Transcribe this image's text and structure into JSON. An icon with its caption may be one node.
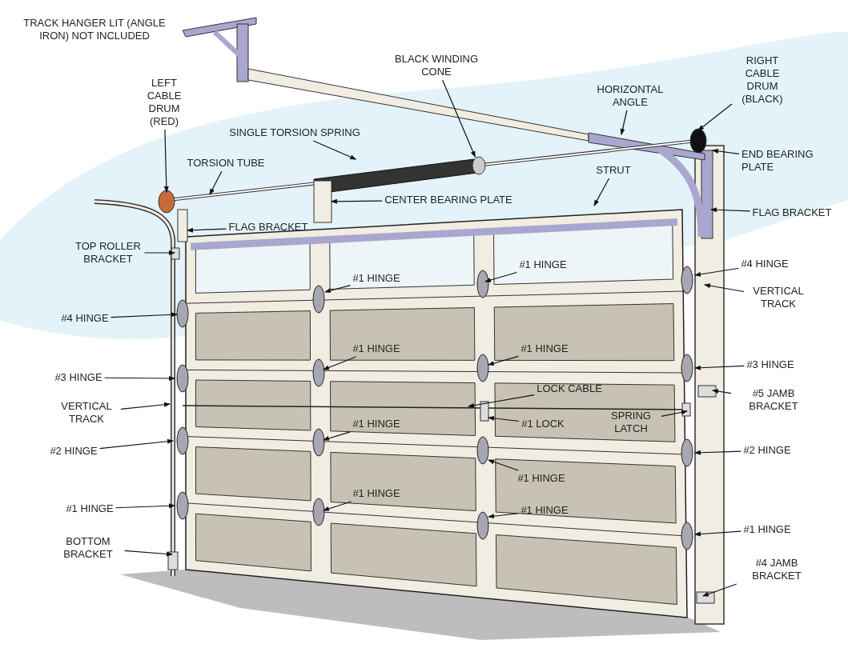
{
  "diagram": {
    "nodes": [
      {
        "text": [
          "BLACK WINDING CONE"
        ]
      },
      {
        "text": [
          "LEFT CABLE DRUM (RED)"
        ]
      },
      {
        "text": [
          "RIGHT CABLE DRUM (BLACK)"
        ]
      },
      {
        "text": [
          "HORIZONTAL ANGLE"
        ]
      },
      {
        "text": [
          "SINGLE TORSION SPRING"
        ]
      },
      {
        "text": [
          "TORSION TUBE"
        ]
      },
      {
        "text": [
          "STRUT"
        ]
      },
      {
        "text": [
          "END BEARING PLATE"
        ]
      },
      {
        "text": [
          "CENTER BEARING PLATE"
        ]
      },
      {
        "text": [
          "FLAG BRACKET"
        ]
      },
      {
        "text": [
          "FLAG BRACKET"
        ]
      },
      {
        "text": [
          "TOP ROLLER BRACKET"
        ]
      },
      {
        "text": [
          "#1 HINGE"
        ]
      },
      {
        "text": [
          "#4 HINGE"
        ]
      },
      {
        "text": [
          "#1 HINGE"
        ]
      },
      {
        "text": [
          "VERTICAL TRACK"
        ]
      },
      {
        "text": [
          "#4 HINGE"
        ]
      },
      {
        "text": [
          "#1 HINGE"
        ]
      },
      {
        "text": [
          "#1 HINGE"
        ]
      },
      {
        "text": [
          "#3 HINGE"
        ]
      },
      {
        "text": [
          "#3 HINGE"
        ]
      },
      {
        "text": [
          "LOCK CABLE"
        ]
      },
      {
        "text": [
          "#5 JAMB BRACKET"
        ]
      },
      {
        "text": [
          "VERTICAL TRACK"
        ]
      },
      {
        "text": [
          "SPRING LATCH"
        ]
      },
      {
        "text": [
          "#1 LOCK"
        ]
      },
      {
        "text": [
          "#1 HINGE"
        ]
      },
      {
        "text": [
          "#2 HINGE"
        ]
      },
      {
        "text": [
          "#2 HINGE"
        ]
      },
      {
        "text": [
          "#1 HINGE"
        ]
      },
      {
        "text": [
          "#1 HINGE"
        ]
      },
      {
        "text": [
          "#1 HINGE"
        ]
      },
      {
        "text": [
          "#1 HINGE"
        ]
      },
      {
        "text": [
          "#1 HINGE"
        ]
      },
      {
        "text": [
          "BOTTOM BRACKET"
        ]
      },
      {
        "text": [
          "#4 JAMB BRACKET"
        ]
      },
      {
        "text": [],
        "shape": "cylinder"
      },
      {
        "text": [],
        "shape": "cone"
      },
      {
        "text": [],
        "shape": "box"
      }
    ],
    "edges": [
      {
        "from": 0,
        "to": 37,
        "arrow": "to"
      },
      {
        "from": 1,
        "to": null,
        "arrow": "to"
      },
      {
        "from": 2,
        "to": null,
        "arrow": "to"
      },
      {
        "from": 3,
        "to": null,
        "arrow": "to"
      },
      {
        "from": 4,
        "to": 36,
        "arrow": "to"
      },
      {
        "from": 5,
        "to": null,
        "arrow": "to"
      },
      {
        "from": 6,
        "to": null,
        "arrow": "to"
      },
      {
        "from": 7,
        "to": null,
        "arrow": "to"
      },
      {
        "from": 8,
        "to": 38,
        "arrow": "to"
      },
      {
        "from": 9,
        "to": null,
        "arrow": "to"
      },
      {
        "from": 10,
        "to": null,
        "arrow": "to"
      },
      {
        "from": 11,
        "to": null,
        "arrow": "to"
      },
      {
        "from": 12,
        "to": null,
        "arrow": "to"
      },
      {
        "from": 13,
        "to": null,
        "arrow": "to"
      },
      {
        "from": 14,
        "to": null,
        "arrow": "to"
      },
      {
        "from": 15,
        "to": null,
        "arrow": "to"
      },
      {
        "from": 16,
        "to": null,
        "arrow": "to"
      },
      {
        "from": 17,
        "to": null,
        "arrow": "to"
      },
      {
        "from": 18,
        "to": null,
        "arrow": "to"
      },
      {
        "from": 19,
        "to": null,
        "arrow": "to"
      },
      {
        "from": 20,
        "to": null,
        "arrow": "to"
      },
      {
        "from": 21,
        "to": null,
        "arrow": "to"
      },
      {
        "from": 22,
        "to": null,
        "arrow": "to"
      },
      {
        "from": 23,
        "to": null,
        "arrow": "to"
      },
      {
        "from": 24,
        "to": null,
        "arrow": "to"
      },
      {
        "from": 25,
        "to": null,
        "arrow": "to"
      },
      {
        "from": 26,
        "to": null,
        "arrow": "to"
      },
      {
        "from": 27,
        "to": null,
        "arrow": "to"
      },
      {
        "from": 28,
        "to": null,
        "arrow": "to"
      },
      {
        "from": 29,
        "to": null,
        "arrow": "to"
      },
      {
        "from": 30,
        "to": null,
        "arrow": "to"
      },
      {
        "from": 31,
        "to": null,
        "arrow": "to"
      },
      {
        "from": 32,
        "to": null,
        "arrow": "to"
      },
      {
        "from": 33,
        "to": null,
        "arrow": "to"
      },
      {
        "from": 34,
        "to": null,
        "arrow": "to"
      },
      {
        "from": 35,
        "to": null,
        "arrow": "to"
      }
    ],
    "labels": [
      "TRACK HANGER LIT (ANGLE IRON) NOT INCLUDED"
    ]
  }
}
